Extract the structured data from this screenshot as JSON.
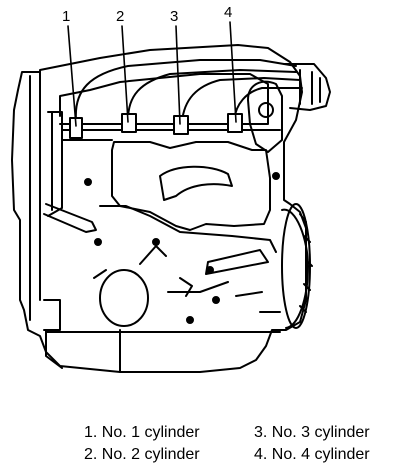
{
  "diagram": {
    "callouts": [
      "1",
      "2",
      "3",
      "4"
    ],
    "legend": [
      "1. No. 1 cylinder",
      "2. No. 2 cylinder",
      "3. No. 3 cylinder",
      "4. No. 4 cylinder"
    ],
    "line_color": "#000000",
    "background": "#ffffff"
  }
}
